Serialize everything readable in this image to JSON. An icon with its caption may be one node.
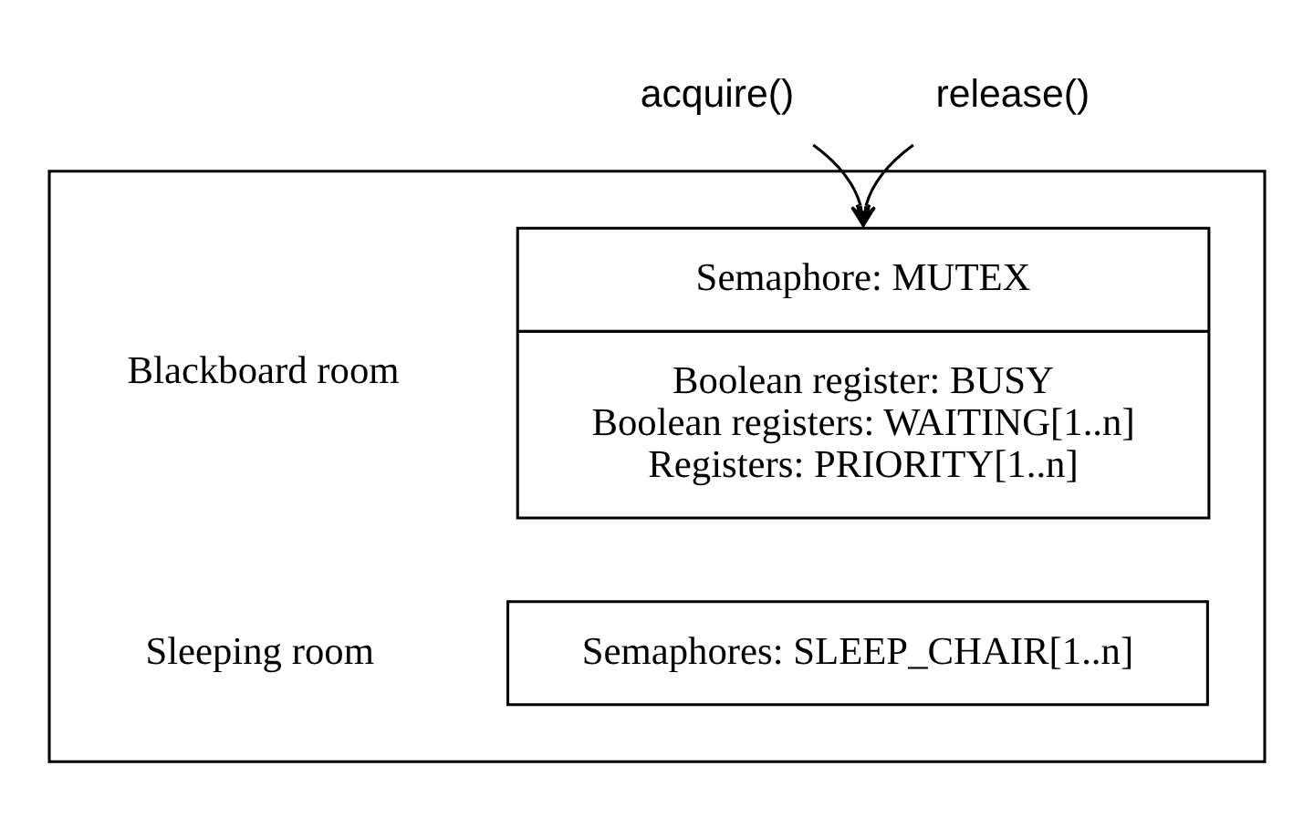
{
  "diagram": {
    "nodes": [
      {
        "text": [
          "acquire()"
        ]
      },
      {
        "text": [
          "release()"
        ]
      },
      {
        "text": [],
        "shape": "box"
      },
      {
        "text": [
          "Semaphore: MUTEX",
          "Boolean register: BUSY",
          "Boolean registers: WAITING[1..n]",
          "Registers: PRIORITY[1..n]"
        ],
        "in": 2,
        "beside": [
          "Blackboard room"
        ]
      },
      {
        "text": [
          "Semaphores: SLEEP_CHAIR[1..n]"
        ],
        "in": 2,
        "beside": [
          "Sleeping room"
        ]
      }
    ],
    "edges": [
      {
        "from": 0,
        "to": 3,
        "arrow": "to"
      },
      {
        "from": 1,
        "to": 3,
        "arrow": "to"
      }
    ]
  }
}
